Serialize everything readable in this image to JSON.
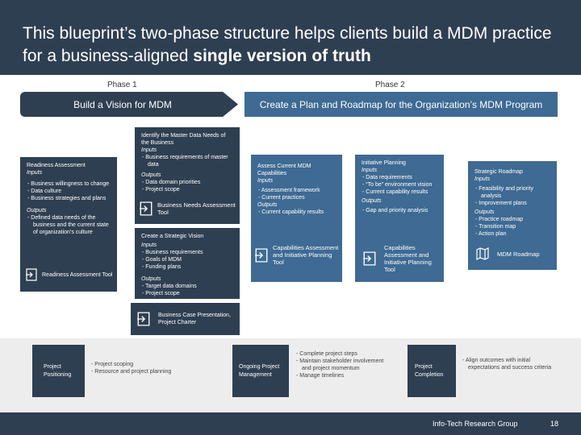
{
  "header": {
    "title_plain": "This blueprint’s two-phase structure helps clients build a MDM practice for a business-aligned ",
    "title_bold": "single version of truth"
  },
  "phases": {
    "phase1_label": "Phase 1",
    "phase2_label": "Phase 2",
    "phase1_title": "Build a Vision for MDM",
    "phase2_title": "Create a Plan and Roadmap for the Organization’s MDM Program"
  },
  "phase1": {
    "readiness": {
      "title": "Readiness Assessment",
      "inputs_label": "Inputs",
      "inputs": [
        "Business willingness to change",
        "Data culture",
        "Business strategies and plans"
      ],
      "outputs_label": "Outputs",
      "outputs": [
        "Defined data needs of the business and the current state of organization’s culture"
      ],
      "tool": "Readiness Assessment Tool"
    },
    "identify": {
      "title": "Identify the Master Data Needs of the Business",
      "inputs_label": "Inputs",
      "inputs": [
        "Business requirements of master data"
      ],
      "outputs_label": "Outputs",
      "outputs": [
        "Data domain priorities",
        "Project scope"
      ],
      "tool": "Business Needs Assessment Tool"
    },
    "strategic": {
      "title": "Create a Strategic Vision",
      "inputs_label": "Inputs",
      "inputs": [
        "Business requirements",
        "Goals of MDM",
        "Funding plans"
      ],
      "outputs_label": "Outputs",
      "outputs": [
        "Target data domains",
        "Project scope"
      ]
    },
    "business_case": "Business Case Presentation, Project Charter"
  },
  "phase2": {
    "assess": {
      "title": "Assess Current MDM Capabilities",
      "inputs_label": "Inputs",
      "inputs": [
        "Assessment framework",
        "Current practices"
      ],
      "outputs_label": "Outputs",
      "outputs": [
        "Current capability results"
      ],
      "tool": "Capabilities Assessment and Initiative Planning Tool"
    },
    "initiative": {
      "title": "Initiative Planning",
      "inputs_label": "Inputs",
      "inputs": [
        "Data requirements",
        "“To be” environment vision",
        "Current capability results"
      ],
      "outputs_label": "Outputs",
      "outputs": [
        "Gap and priority analysis"
      ],
      "tool": "Capabilities Assessment and Initiative Planning Tool"
    },
    "roadmap": {
      "title": "Strategic Roadmap",
      "inputs_label": "Inputs",
      "inputs": [
        "Feasibility and priority analysis",
        "Improvement plans"
      ],
      "outputs_label": "Outputs",
      "outputs": [
        "Practice roadmap",
        "Transition map",
        "Action plan"
      ],
      "tool": "MDM Roadmap"
    }
  },
  "bottom": {
    "positioning_label": "Project Positioning",
    "positioning_items": [
      "Project scoping",
      "Resource and project planning"
    ],
    "ongoing_label": "Ongoing Project Management",
    "ongoing_items": [
      "Complete project steps",
      "Maintain stakeholder involvement and project momentum",
      "Manage timelines"
    ],
    "completion_label": "Project Completion",
    "completion_items": [
      "Align outcomes with initial expectations and success criteria"
    ]
  },
  "footer": {
    "org": "Info-Tech Research Group",
    "page": "18"
  },
  "colors": {
    "dark_navy": "#2e3f52",
    "steel_blue": "#3e6a93",
    "band_gray": "#ededed"
  }
}
